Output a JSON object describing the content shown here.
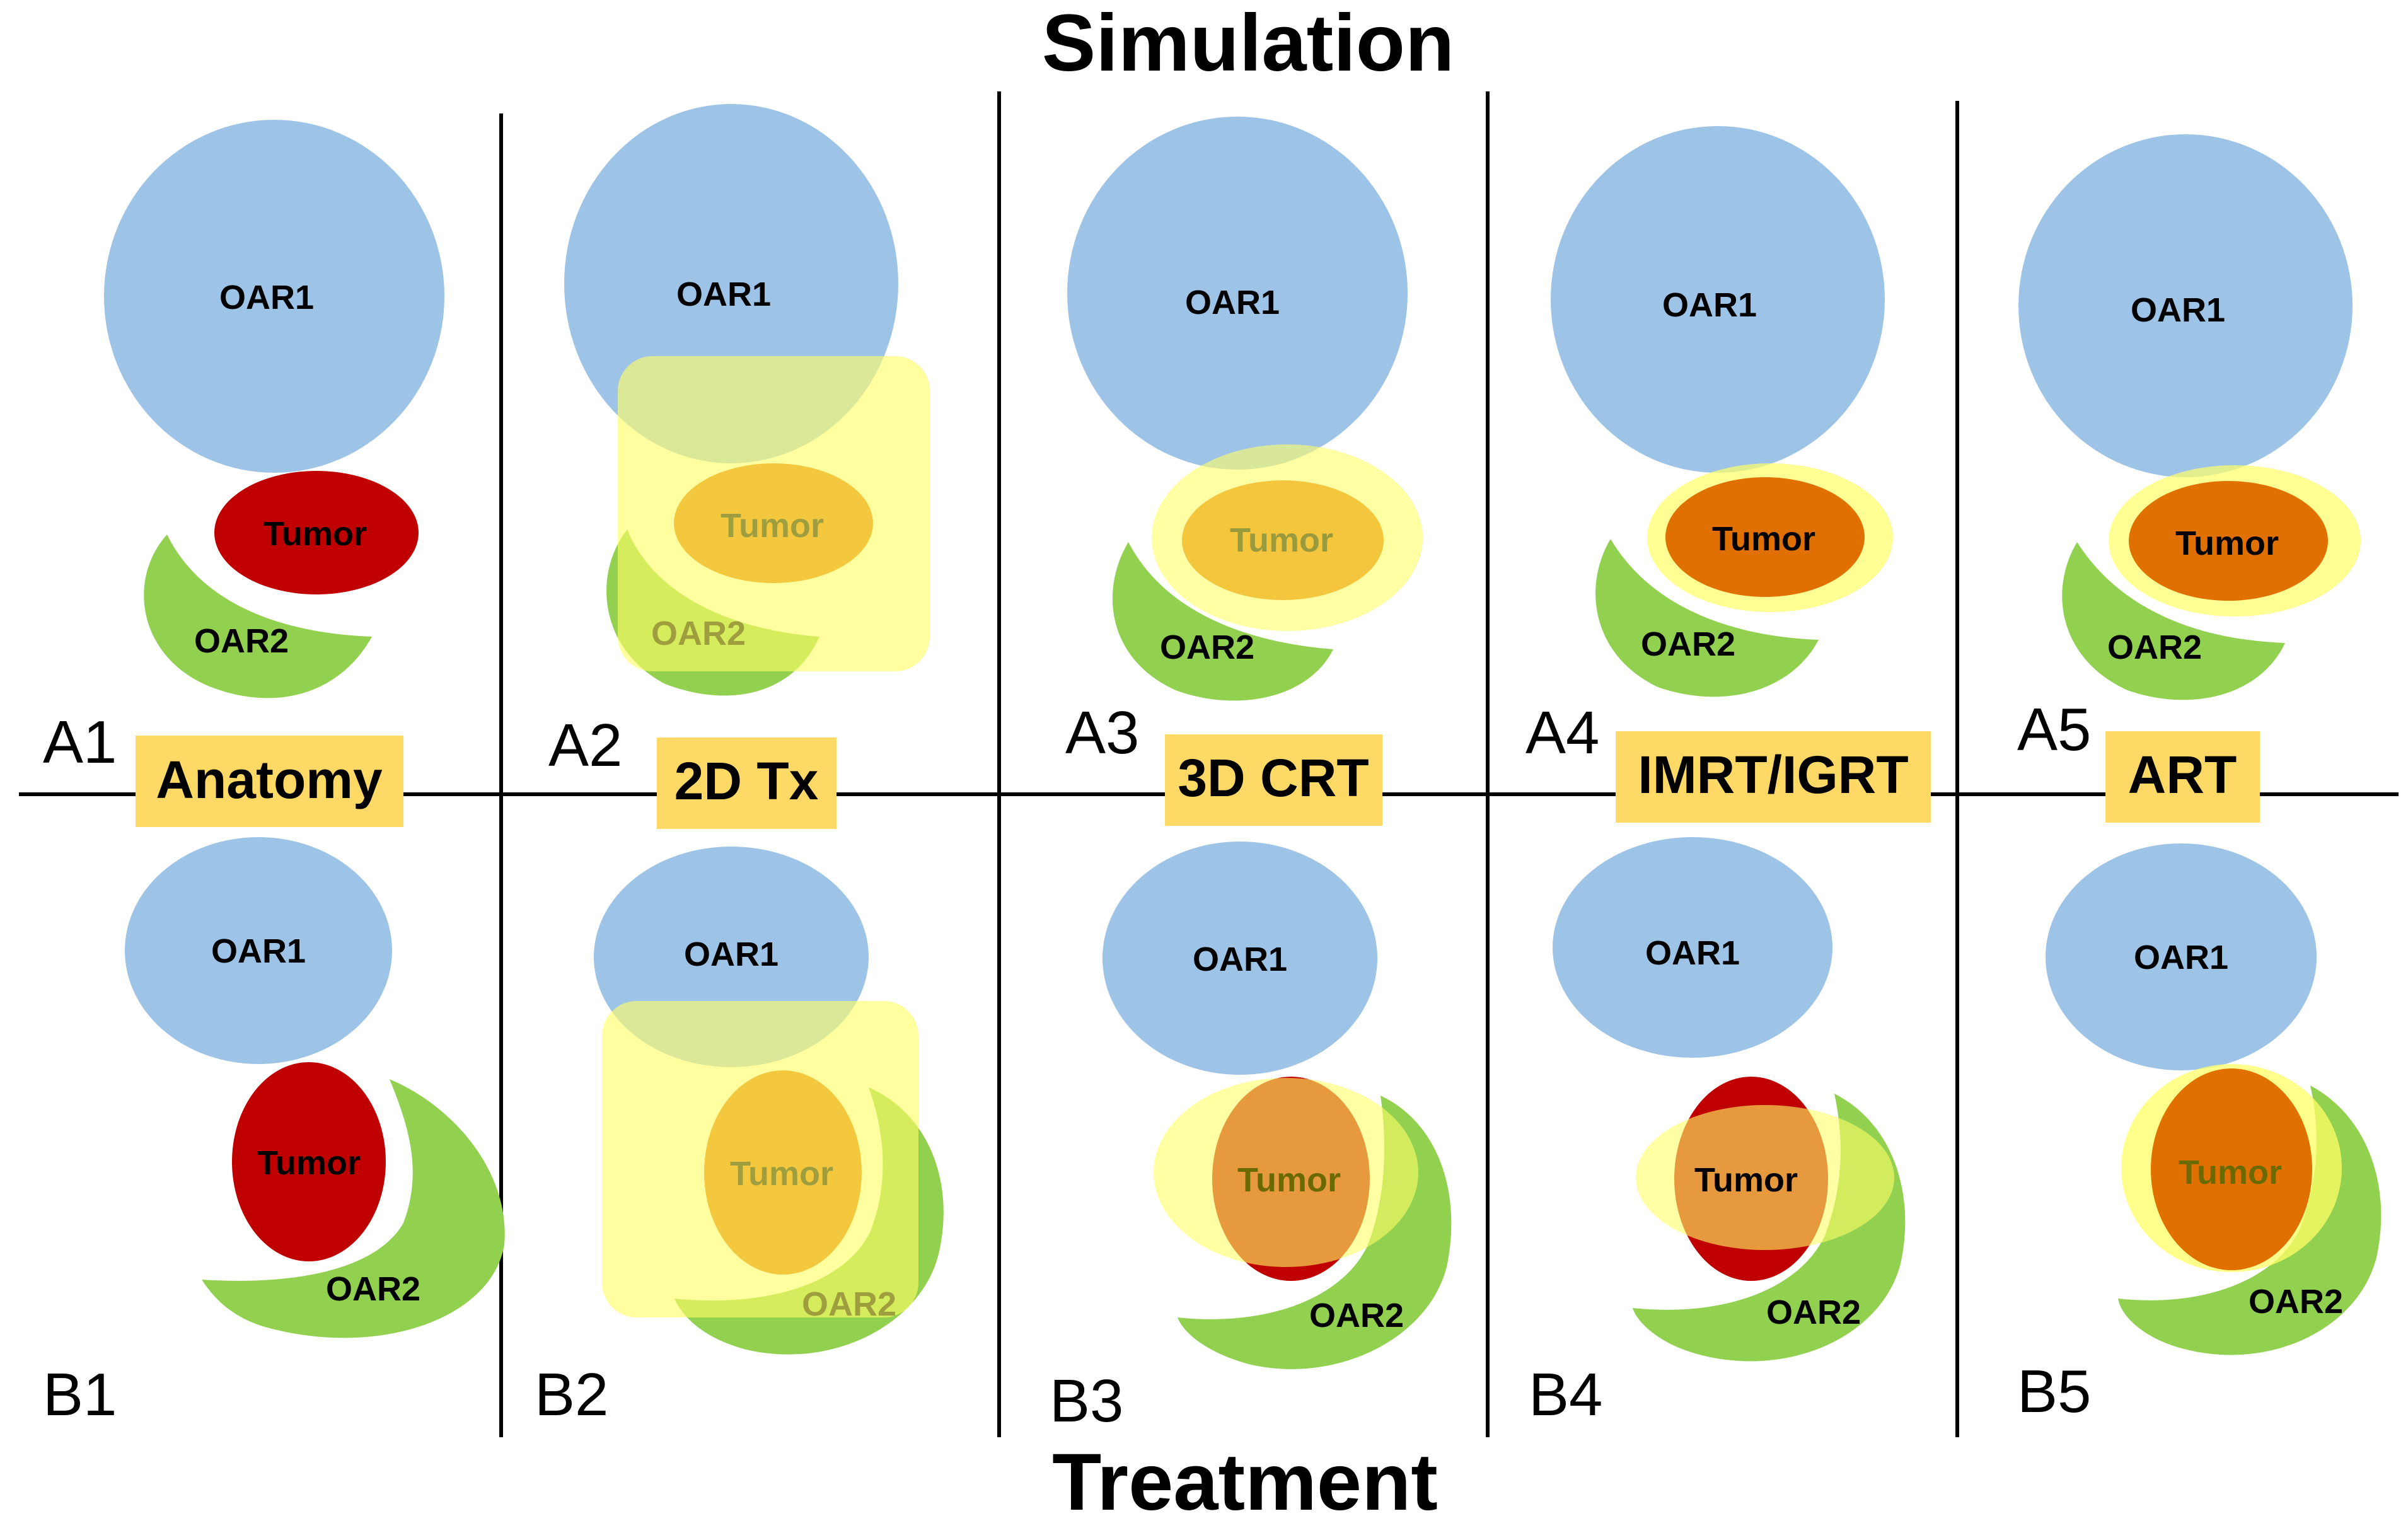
{
  "titles": {
    "top": "Simulation",
    "bottom": "Treatment"
  },
  "columns": [
    {
      "technique": "Anatomy",
      "top_id": "A1",
      "bottom_id": "B1"
    },
    {
      "technique": "2D Tx",
      "top_id": "A2",
      "bottom_id": "B2"
    },
    {
      "technique": "3D CRT",
      "top_id": "A3",
      "bottom_id": "B3"
    },
    {
      "technique": "IMRT/IGRT",
      "top_id": "A4",
      "bottom_id": "B4"
    },
    {
      "technique": "ART",
      "top_id": "A5",
      "bottom_id": "B5"
    }
  ],
  "organs": {
    "oar1": "OAR1",
    "oar2": "OAR2",
    "tumor": "Tumor"
  },
  "colors": {
    "oar1": "#9dc3e6",
    "oar2": "#92d050",
    "tumor": "#c00000",
    "tumor_irradiated": "#e07000",
    "radiation_field": "#ffff66",
    "label_box": "#ffd966"
  }
}
